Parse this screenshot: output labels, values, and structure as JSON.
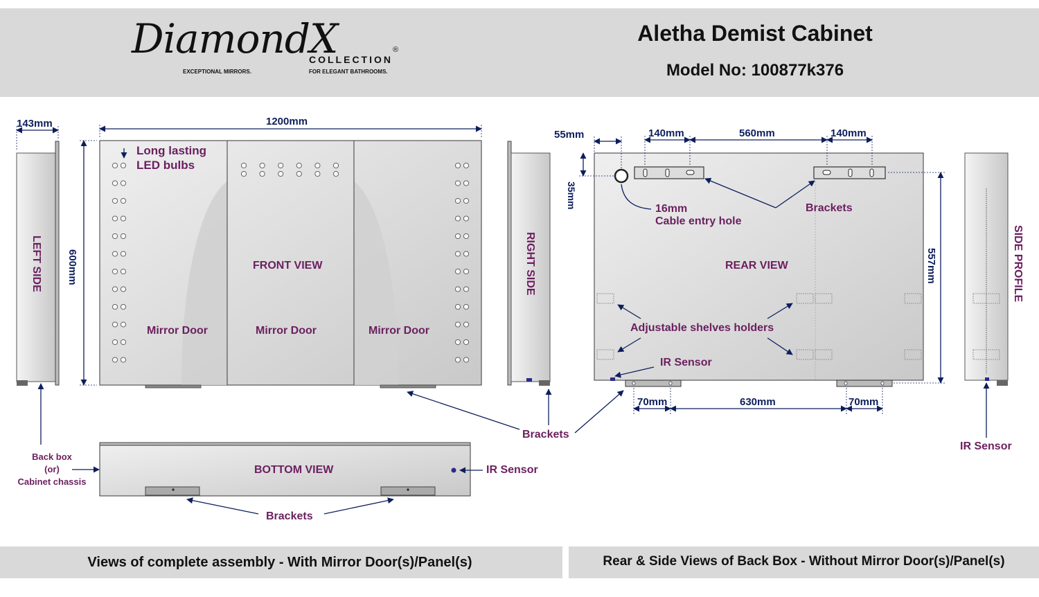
{
  "header": {
    "logo_script": "DiamondX",
    "logo_collection": "COLLECTION",
    "logo_registered": "®",
    "logo_tag_left": "EXCEPTIONAL MIRRORS.",
    "logo_tag_right": "FOR ELEGANT BATHROOMS.",
    "product_title": "Aletha Demist Cabinet",
    "model": "Model No: 100877k376"
  },
  "front": {
    "width_dim": "1200mm",
    "height_dim": "600mm",
    "depth_dim": "143mm",
    "left_side": "LEFT SIDE",
    "right_side": "RIGHT SIDE",
    "front_view": "FRONT VIEW",
    "door_1": "Mirror Door",
    "door_2": "Mirror Door",
    "door_3": "Mirror Door",
    "led_line1": "Long lasting",
    "led_line2": "LED bulbs"
  },
  "bottom": {
    "bottom_view": "BOTTOM VIEW",
    "ir_sensor": "IR Sensor",
    "brackets": "Brackets",
    "backbox_line1": "Back box",
    "backbox_line2": "(or)",
    "backbox_line3": "Cabinet chassis",
    "brackets_mid": "Brackets"
  },
  "rear": {
    "rear_view": "REAR VIEW",
    "dim_55": "55mm",
    "dim_140a": "140mm",
    "dim_560": "560mm",
    "dim_140b": "140mm",
    "dim_35": "35mm",
    "dim_557": "557mm",
    "dim_70a": "70mm",
    "dim_630": "630mm",
    "dim_70b": "70mm",
    "hole_line1": "16mm",
    "hole_line2": "Cable entry hole",
    "brackets": "Brackets",
    "shelves": "Adjustable shelves holders",
    "ir_sensor": "IR Sensor"
  },
  "side": {
    "side_profile": "SIDE PROFILE",
    "ir_sensor": "IR Sensor"
  },
  "footer": {
    "left": "Views of complete assembly - With Mirror Door(s)/Panel(s)",
    "right": "Rear & Side Views of Back Box - Without Mirror Door(s)/Panel(s)"
  },
  "colors": {
    "band": "#d9d9d9",
    "label": "#6b1f5f",
    "dimension": "#0d1e5c",
    "panel": "#dcdcdc"
  }
}
